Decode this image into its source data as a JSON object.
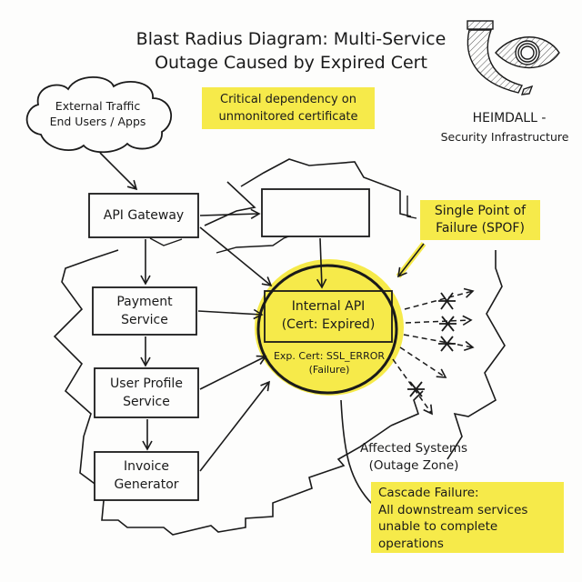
{
  "title": {
    "line1": "Blast Radius Diagram: Multi-Service",
    "line2": "Outage Caused by Expired Cert"
  },
  "logo": {
    "icon": "heimdall-horn-eye-icon",
    "name": "HEIMDALL -",
    "subtitle": "Security Infrastructure"
  },
  "cloud": {
    "line1": "External Traffic",
    "line2": "End Users / Apps"
  },
  "annotations": {
    "critical_dependency": {
      "line1": "Critical dependency on",
      "line2": "unmonitored certificate"
    },
    "spof": {
      "line1": "Single Point of",
      "line2": "Failure (SPOF)"
    },
    "affected": {
      "line1": "Affected Systems",
      "line2": "(Outage Zone)"
    },
    "cascade": {
      "line1": "Cascade Failure:",
      "line2": "All downstream services",
      "line3": "unable to complete",
      "line4": "operations"
    }
  },
  "nodes": {
    "api_gateway": {
      "label": "API Gateway"
    },
    "unlabeled_service": {
      "label": ""
    },
    "payment": {
      "line1": "Payment",
      "line2": "Service"
    },
    "user_profile": {
      "line1": "User Profile",
      "line2": "Service"
    },
    "invoice": {
      "line1": "Invoice",
      "line2": "Generator"
    },
    "internal_api": {
      "line1": "Internal API",
      "line2": "(Cert: Expired)",
      "error1": "Exp. Cert: SSL_ERROR",
      "error2": "(Failure)"
    }
  },
  "colors": {
    "highlight": "#f6ea4a",
    "ink": "#1a1a1a",
    "background": "#fdfdfc"
  }
}
